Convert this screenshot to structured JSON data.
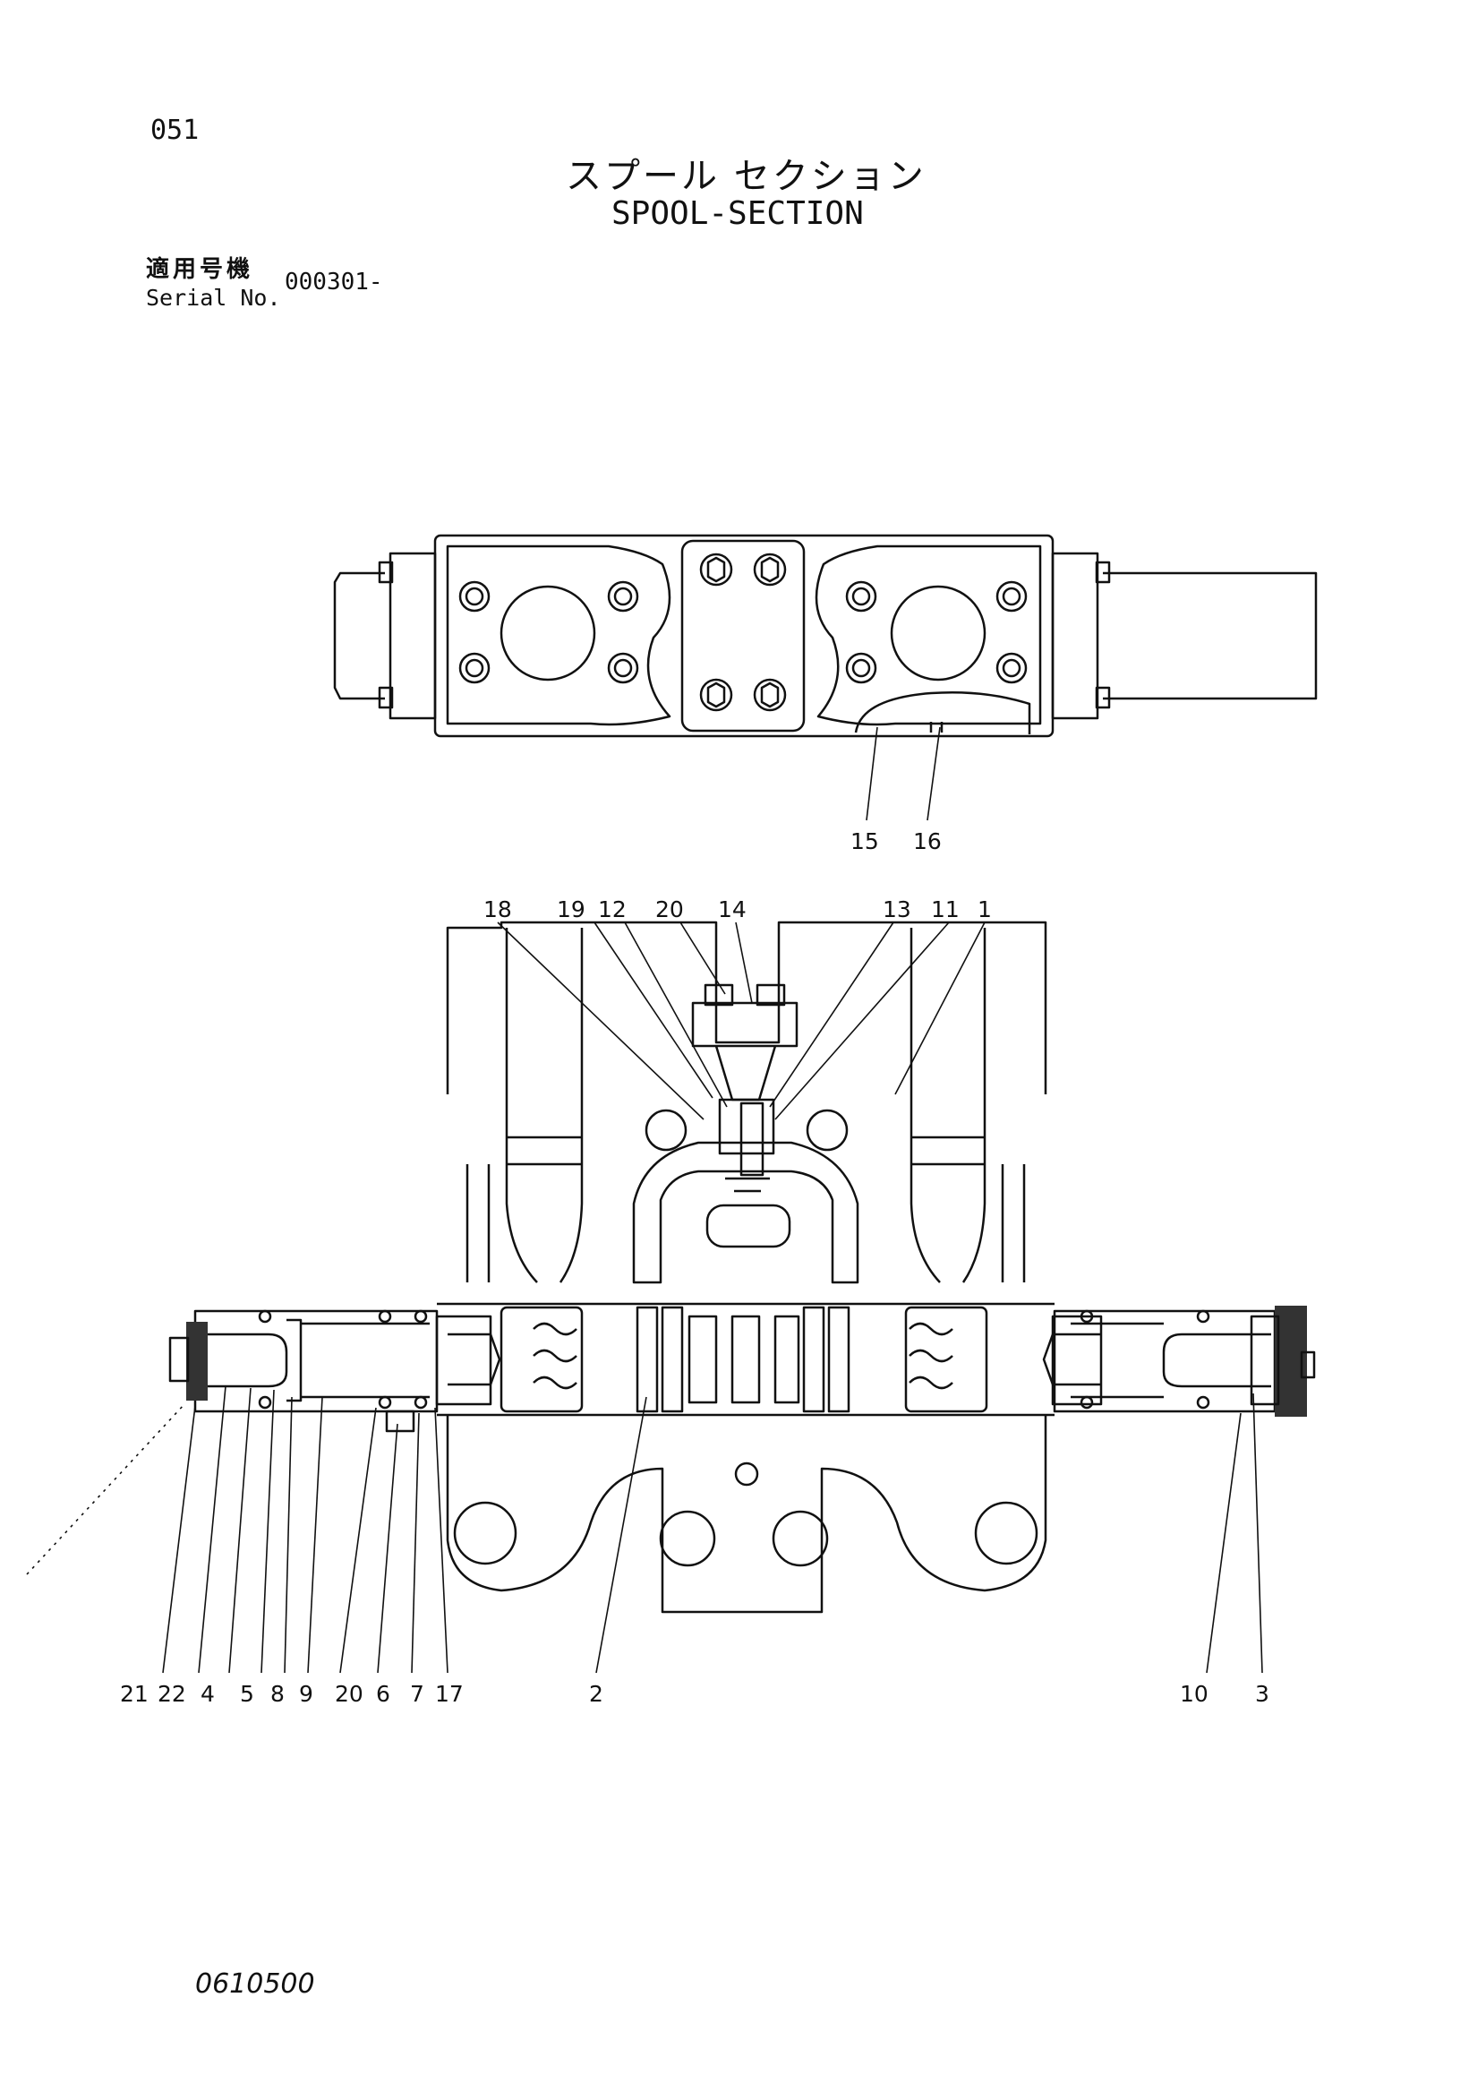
{
  "header": {
    "page_number": "051",
    "title_jp": "スプール セクション",
    "title_en": "SPOOL-SECTION",
    "serial_label_jp": "適用号機",
    "serial_label_en": "Serial No.",
    "serial_value": "000301-"
  },
  "footer": {
    "doc_code": "0610500"
  },
  "callouts": {
    "c15": "15",
    "c16": "16",
    "c18": "18",
    "c19": "19",
    "c12": "12",
    "c20_top": "20",
    "c14": "14",
    "c13": "13",
    "c11": "11",
    "c1": "1",
    "c21": "21",
    "c22": "22",
    "c4": "4",
    "c5": "5",
    "c8": "8",
    "c9": "9",
    "c20_bot": "20",
    "c6": "6",
    "c7": "7",
    "c17": "17",
    "c2": "2",
    "c10": "10",
    "c3": "3"
  },
  "colors": {
    "ink": "#111111",
    "paper": "#ffffff"
  }
}
